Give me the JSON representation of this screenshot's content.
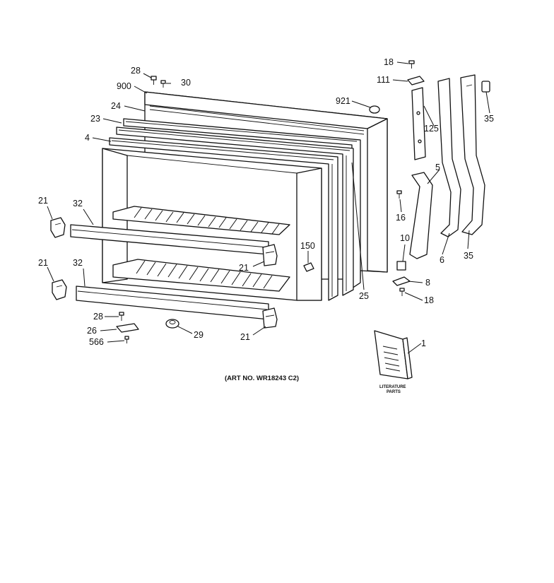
{
  "callouts": {
    "c28_top": "28",
    "c30": "30",
    "c900": "900",
    "c24": "24",
    "c23": "23",
    "c4": "4",
    "c21_a": "21",
    "c32_a": "32",
    "c21_b": "21",
    "c32_b": "32",
    "c21_c": "21",
    "c150": "150",
    "c28_bottom": "28",
    "c26": "26",
    "c566": "566",
    "c29": "29",
    "c21_d": "21",
    "c921": "921",
    "c18_top": "18",
    "c111": "111",
    "c125": "125",
    "c5": "5",
    "c16": "16",
    "c10": "10",
    "c8": "8",
    "c18_bottom": "18",
    "c25": "25",
    "c6": "6",
    "c35_top": "35",
    "c35_bottom": "35",
    "c1": "1"
  },
  "caption": "(ART NO. WR18243 C2)",
  "literature": {
    "line1": "LITERATURE",
    "line2": "PARTS"
  }
}
